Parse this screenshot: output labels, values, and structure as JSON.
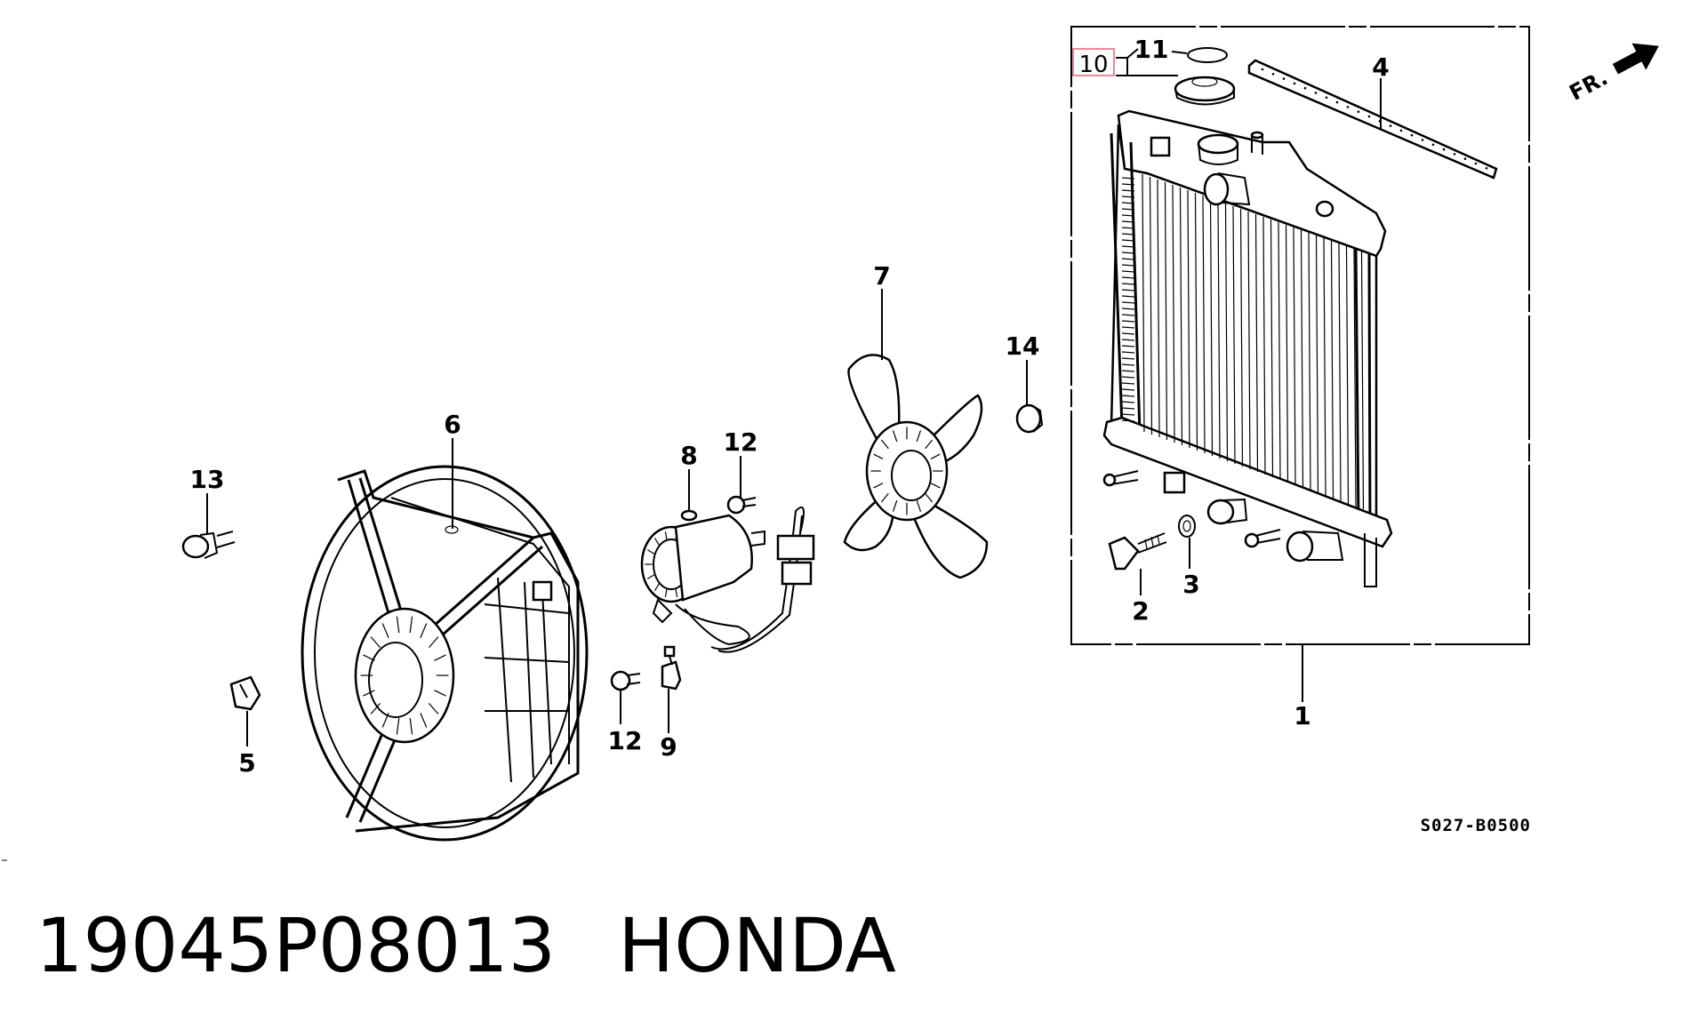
{
  "diagram": {
    "callouts": [
      {
        "id": "1",
        "label": "1"
      },
      {
        "id": "2",
        "label": "2"
      },
      {
        "id": "3",
        "label": "3"
      },
      {
        "id": "4",
        "label": "4"
      },
      {
        "id": "5",
        "label": "5"
      },
      {
        "id": "6",
        "label": "6"
      },
      {
        "id": "7",
        "label": "7"
      },
      {
        "id": "8",
        "label": "8"
      },
      {
        "id": "9",
        "label": "9"
      },
      {
        "id": "10",
        "label": "10",
        "highlighted": true
      },
      {
        "id": "11",
        "label": "11"
      },
      {
        "id": "12a",
        "label": "12"
      },
      {
        "id": "12b",
        "label": "12"
      },
      {
        "id": "13",
        "label": "13"
      },
      {
        "id": "14",
        "label": "14"
      }
    ],
    "direction_label": "FR.",
    "drawing_code": "S027-B0500",
    "highlight_color": "#e88a9a"
  },
  "footer": {
    "part_number": "19045P08013",
    "brand": "HONDA"
  }
}
